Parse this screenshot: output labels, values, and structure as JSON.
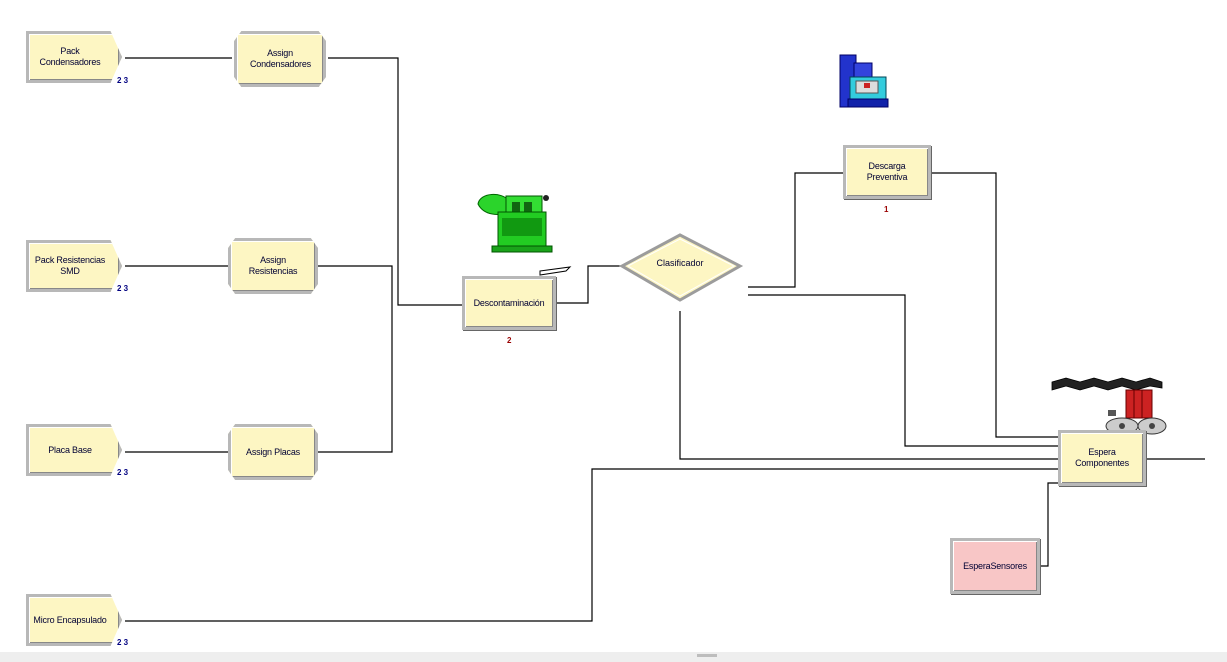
{
  "modules": {
    "pack_condensadores": {
      "label": "Pack Condensadores",
      "count": "2 3"
    },
    "pack_resistencias": {
      "label": "Pack Resistencias SMD",
      "count": "2 3"
    },
    "placa_base": {
      "label": "Placa Base",
      "count": "2 3"
    },
    "micro_encapsulado": {
      "label": "Micro Encapsulado",
      "count": "2 3"
    },
    "assign_condensadores": {
      "label": "Assign Condensadores"
    },
    "assign_resistencias": {
      "label": "Assign Resistencias"
    },
    "assign_placas": {
      "label": "Assign Placas"
    },
    "descontaminacion": {
      "label": "Descontaminación",
      "count": "2"
    },
    "clasificador": {
      "label": "Clasificador"
    },
    "descarga_preventiva": {
      "label": "Descarga Preventiva",
      "count": "1"
    },
    "espera_componentes": {
      "label": "Espera Componentes"
    },
    "espera_sensores": {
      "label": "EsperaSensores"
    }
  },
  "icons": {
    "descontaminacion_machine": "green-machine-icon",
    "descarga_machine": "blue-machine-icon",
    "espera_rack": "red-rack-icon"
  },
  "colors": {
    "module_fill": "#fdf6c3",
    "module_pink": "#f8c6c6",
    "connector": "#000000",
    "counter_blue": "#000080",
    "counter_red": "#990000"
  }
}
